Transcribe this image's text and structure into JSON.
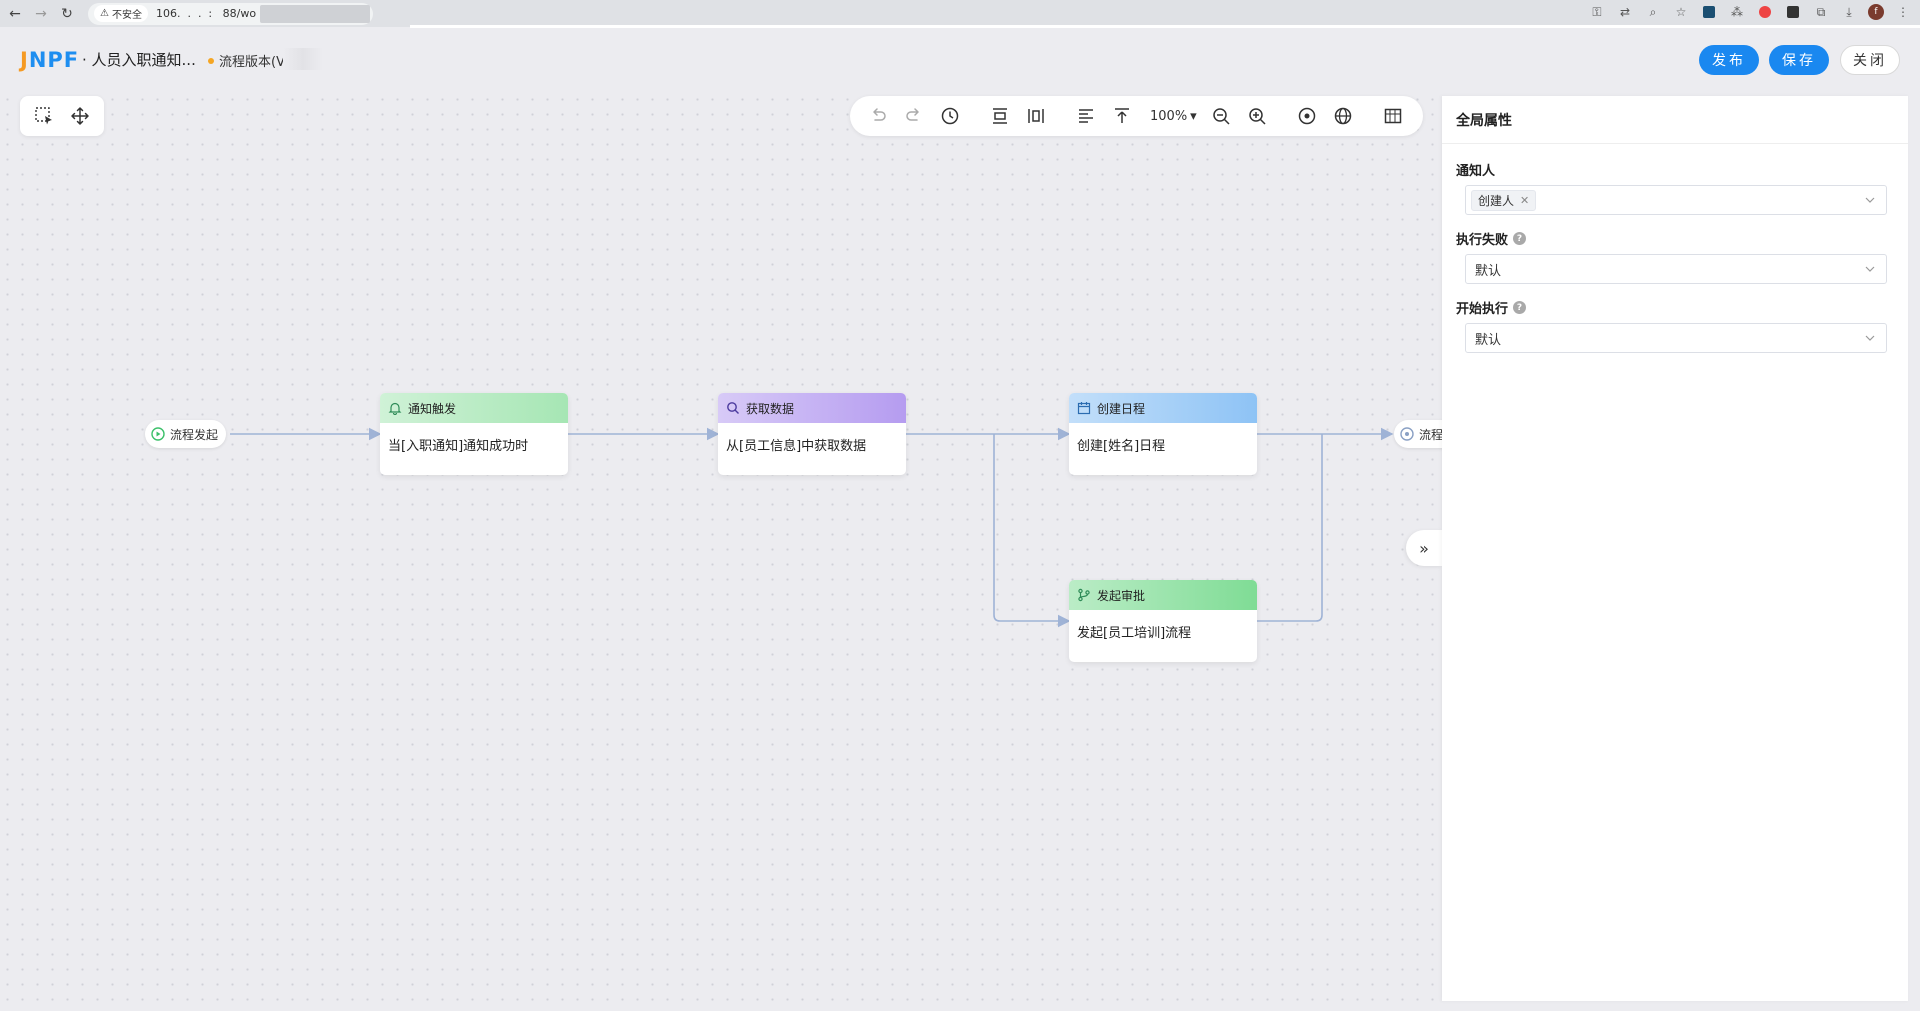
{
  "browser": {
    "insecure_label": "不安全",
    "url": "106.  .  .  :   88/wo"
  },
  "header": {
    "logo_j": "J",
    "logo_rest": "NPF",
    "app_title": "· 人员入职通知...",
    "version_label": "流程版本(V",
    "publish_label": "发布",
    "save_label": "保存",
    "close_label": "关闭"
  },
  "toolbar": {
    "zoom_level": "100%"
  },
  "flow": {
    "start_label": "流程发起",
    "end_label": "流程",
    "nodes": [
      {
        "title": "通知触发",
        "body": "当[入职通知]通知成功时",
        "color": "#a6e6b4"
      },
      {
        "title": "获取数据",
        "body": "从[员工信息]中获取数据",
        "color": "#b59cf0"
      },
      {
        "title": "创建日程",
        "body": "创建[姓名]日程",
        "color": "#8ec3f5"
      },
      {
        "title": "发起审批",
        "body": "发起[员工培训]流程",
        "color": "#7fdc95"
      }
    ]
  },
  "panel": {
    "title": "全局属性",
    "notify_label": "通知人",
    "notify_tag": "创建人",
    "fail_label": "执行失败",
    "fail_value": "默认",
    "start_label": "开始执行",
    "start_value": "默认"
  },
  "colors": {
    "primary": "#1a88f0",
    "edge": "#9fb3d6"
  }
}
